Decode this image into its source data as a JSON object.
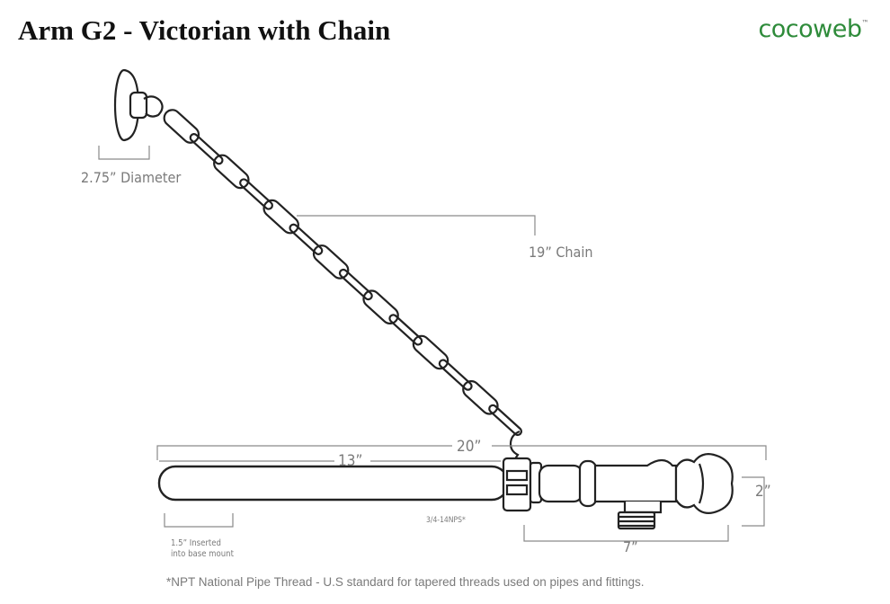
{
  "header": {
    "title": "Arm G2 - Victorian with Chain",
    "logo_text": "cocoweb",
    "logo_mark": "™"
  },
  "dimensions": {
    "diameter": "2.75” Diameter",
    "chain": "19” Chain",
    "overall_length": "20”",
    "arm_length": "13”",
    "height": "2”",
    "fitting_length": "7”",
    "thread_spec": "3/4-14NPS*",
    "insert_line1": "1.5” Inserted",
    "insert_line2": "into base mount"
  },
  "footnote": "*NPT National Pipe Thread - U.S standard for tapered threads used on pipes and fittings.",
  "colors": {
    "line": "#222222",
    "dim": "#8a8a8a",
    "logo": "#2e8b3a"
  }
}
